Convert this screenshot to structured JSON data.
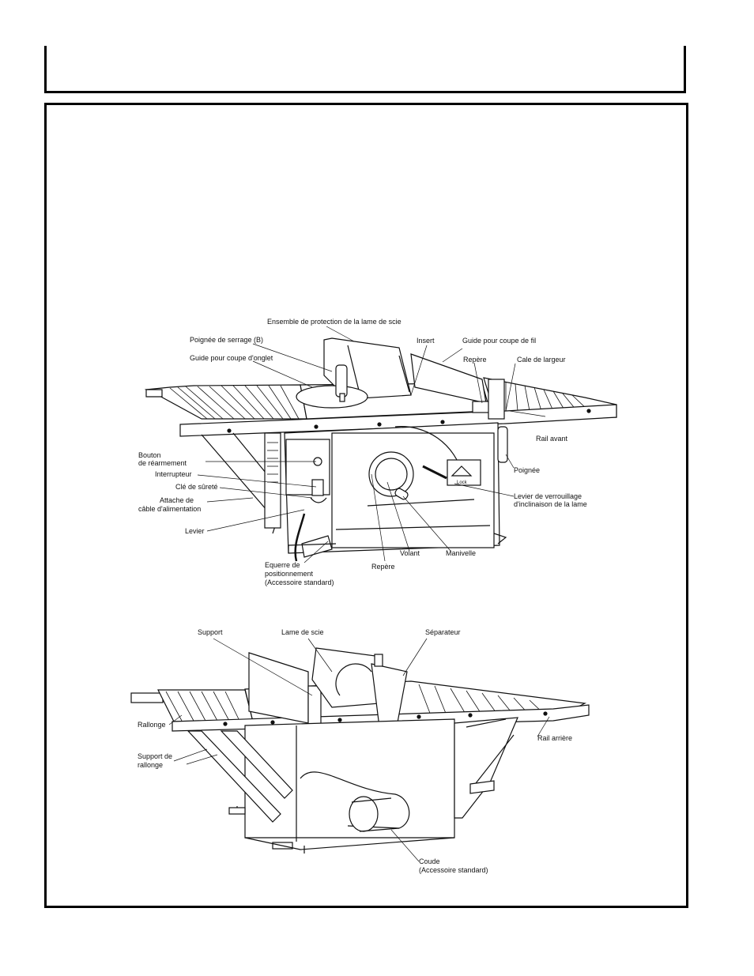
{
  "figure_top": {
    "labels": {
      "ensemble": "Ensemble de protection de la lame de scie",
      "poignee_serrage": "Poignée de serrage (B)",
      "guide_onglet": "Guide pour coupe d'onglet",
      "insert": "Insert",
      "guide_fil": "Guide pour coupe de fil",
      "repere_top": "Repère",
      "cale": "Cale de largeur",
      "bouton_1": "Bouton",
      "bouton_2": "de réarmement",
      "interrupteur": "Interrupteur",
      "cle": "Clé de sûreté",
      "attache_1": "Attache de",
      "attache_2": "câble d'alimentation",
      "levier": "Levier",
      "equerre_1": "Equerre de",
      "equerre_2": "positionnement",
      "equerre_3": "(Accessoire standard)",
      "repere_bottom": "Repère",
      "volant": "Volant",
      "manivelle": "Manivelle",
      "levier_verrou_1": "Levier de verrouillage",
      "levier_verrou_2": "d'inclinaison de la lame",
      "poignee": "Poignée",
      "rail_avant": "Rail avant",
      "lock": "Lock"
    }
  },
  "figure_bottom": {
    "labels": {
      "support": "Support",
      "lame": "Lame de scie",
      "separateur": "Séparateur",
      "rallonge": "Rallonge",
      "support_rallonge_1": "Support de",
      "support_rallonge_2": "rallonge",
      "rail_arriere": "Rail arrière",
      "coude_1": "Coude",
      "coude_2": "(Accessoire standard)"
    }
  }
}
